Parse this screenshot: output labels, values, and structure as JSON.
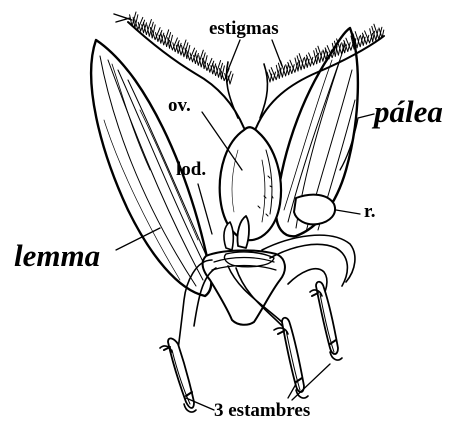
{
  "labels": {
    "stigmas": "estigmas",
    "ovary": "ov.",
    "palea": "pálea",
    "lodicule": "lod.",
    "rachilla": "r.",
    "lemma": "lemma",
    "stamens": "3 estambres"
  }
}
